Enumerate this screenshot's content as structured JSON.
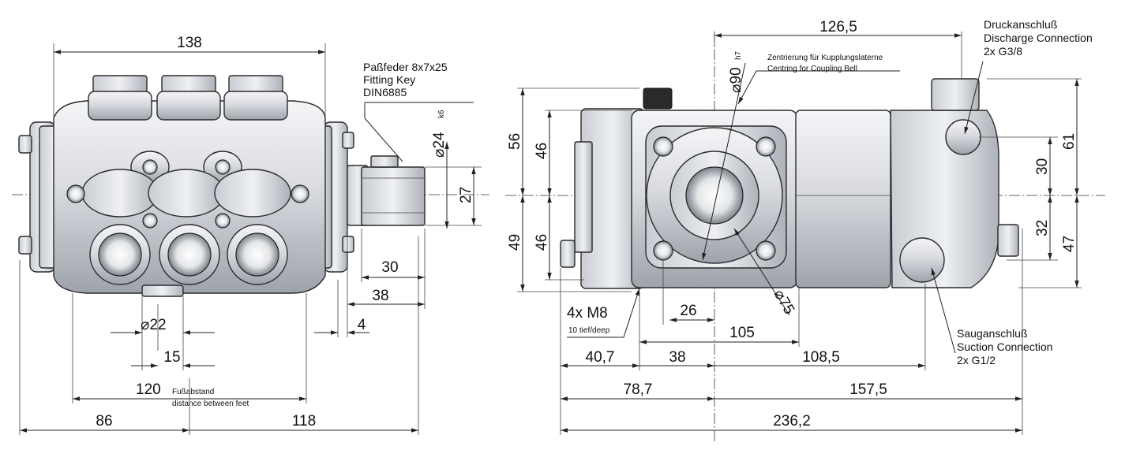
{
  "left_view": {
    "dims": {
      "overall_width": "138",
      "shaft_dia": "⌀24",
      "shaft_dia_tol": "k6",
      "shaft_height": "27",
      "shaft_len": "30",
      "shaft_len2": "38",
      "shaft_step": "4",
      "foot_hole": "⌀22",
      "foot_width": "15",
      "feet_distance": "120",
      "left_len": "86",
      "right_len": "118"
    },
    "key_label": [
      "Paßfeder 8x7x25",
      "Fitting Key",
      "DIN6885"
    ],
    "feet_label": [
      "Fußabstand",
      "distance between feet"
    ]
  },
  "right_view": {
    "dims": {
      "top_len": "126,5",
      "bell_dia": "⌀90",
      "bell_dia_tol": "h7",
      "upper_56": "56",
      "upper_46": "46",
      "lower_49": "49",
      "lower_46": "46",
      "bolt_circle": "⌀75",
      "d26": "26",
      "d105": "105",
      "d40_7": "40,7",
      "d38": "38",
      "d108_5": "108,5",
      "d78_7": "78,7",
      "d157_5": "157,5",
      "d236_2": "236,2",
      "d61": "61",
      "d30": "30",
      "d32": "32",
      "d47": "47"
    },
    "thread_label": "4x M8",
    "thread_sub": "10 tief/deep",
    "centering_label": [
      "Zentrierung für Kupplungslaterne",
      "Centring for Coupling Bell"
    ],
    "discharge_label": [
      "Druckanschluß",
      "Discharge Connection",
      "2x G3/8"
    ],
    "suction_label": [
      "Sauganschluß",
      "Suction Connection",
      "2x G1/2"
    ]
  }
}
